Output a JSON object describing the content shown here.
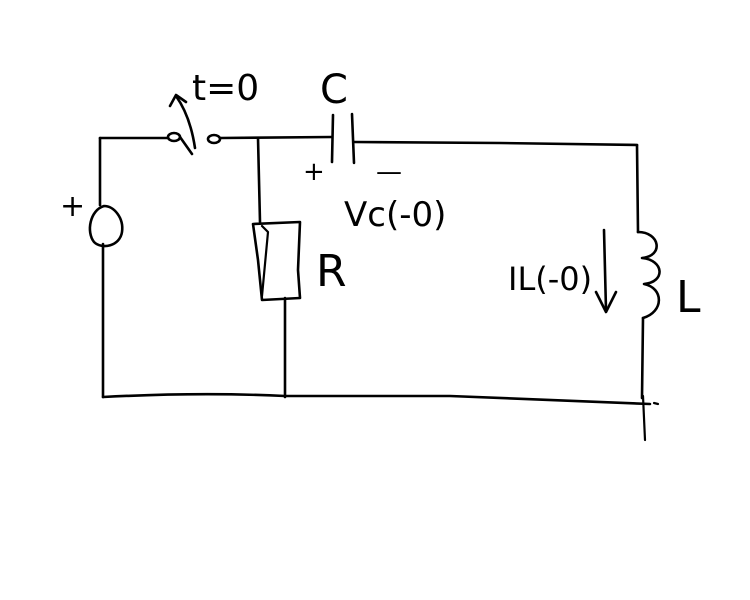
{
  "labels": {
    "switch_time": "t=0",
    "capacitor": "C",
    "capacitor_plus": "+",
    "capacitor_minus": "—",
    "capacitor_voltage": "Vc(-0)",
    "source_plus": "+",
    "resistor": "R",
    "inductor_current": "IL(-0)",
    "inductor": "L"
  }
}
